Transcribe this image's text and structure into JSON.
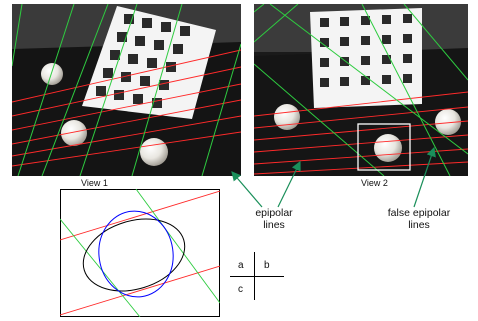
{
  "panels": {
    "view1_caption": "View 1",
    "view2_caption": "View 2"
  },
  "annotations": {
    "epipolar": [
      "epipolar",
      "lines"
    ],
    "false_epipolar": [
      "false epipolar",
      "lines"
    ]
  },
  "legend": {
    "a": "a",
    "b": "b",
    "c": "c"
  },
  "colors": {
    "epipolar_line": "#ff2a2a",
    "secondary_line": "#2ecc40",
    "ellipse_1": "#000000",
    "ellipse_2": "#0000ff",
    "arrow": "#1a8f5a",
    "scene_background": "#1a1a1a"
  }
}
